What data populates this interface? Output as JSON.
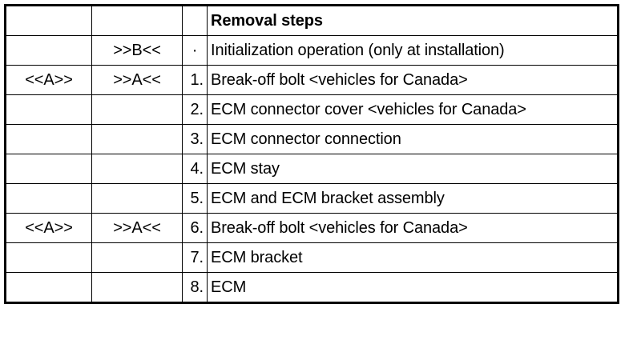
{
  "table": {
    "columns": [
      {
        "key": "marker_a",
        "header": ""
      },
      {
        "key": "marker_b",
        "header": ""
      },
      {
        "key": "number",
        "header": ""
      },
      {
        "key": "step",
        "header": "Removal steps"
      }
    ],
    "header": {
      "marker_a": "",
      "marker_b": "",
      "number": "",
      "step": "Removal steps"
    },
    "rows": [
      {
        "marker_a": "",
        "marker_b": ">>B<<",
        "number": "·",
        "step": "Initialization operation (only at installation)"
      },
      {
        "marker_a": "<<A>>",
        "marker_b": ">>A<<",
        "number": "1.",
        "step": "Break-off bolt <vehicles for Canada>"
      },
      {
        "marker_a": "",
        "marker_b": "",
        "number": "2.",
        "step": "ECM connector cover <vehicles for Canada>"
      },
      {
        "marker_a": "",
        "marker_b": "",
        "number": "3.",
        "step": "ECM connector connection"
      },
      {
        "marker_a": "",
        "marker_b": "",
        "number": "4.",
        "step": "ECM stay"
      },
      {
        "marker_a": "",
        "marker_b": "",
        "number": "5.",
        "step": "ECM and ECM bracket assembly"
      },
      {
        "marker_a": "<<A>>",
        "marker_b": ">>A<<",
        "number": "6.",
        "step": "Break-off bolt <vehicles for Canada>"
      },
      {
        "marker_a": "",
        "marker_b": "",
        "number": "7.",
        "step": "ECM bracket"
      },
      {
        "marker_a": "",
        "marker_b": "",
        "number": "8.",
        "step": "ECM"
      }
    ]
  },
  "colors": {
    "background": "#ffffff",
    "rule": "#000000",
    "text": "#000000"
  }
}
